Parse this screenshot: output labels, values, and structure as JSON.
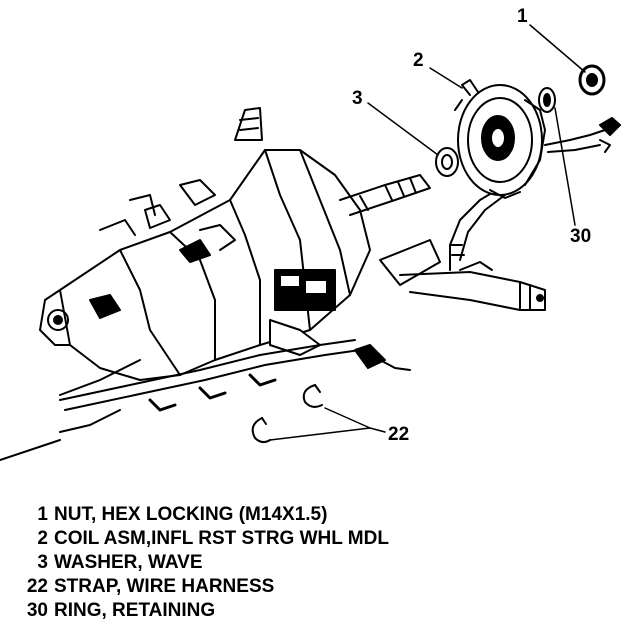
{
  "callouts": {
    "c1": "1",
    "c2": "2",
    "c3": "3",
    "c30": "30",
    "c22": "22"
  },
  "legend": [
    {
      "num": "1",
      "text": "NUT, HEX LOCKING (M14X1.5)"
    },
    {
      "num": "2",
      "text": "COIL ASM,INFL RST STRG WHL MDL"
    },
    {
      "num": "3",
      "text": "WASHER, WAVE"
    },
    {
      "num": "22",
      "text": "STRAP, WIRE HARNESS"
    },
    {
      "num": "30",
      "text": "RING, RETAINING"
    }
  ]
}
